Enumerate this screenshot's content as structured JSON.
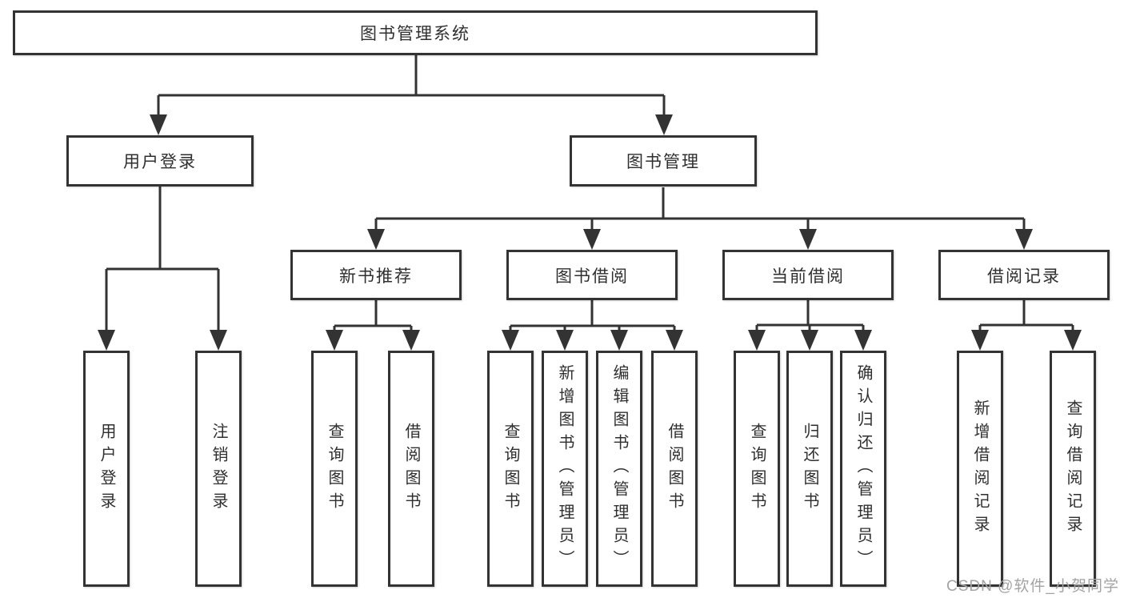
{
  "diagram": {
    "root": {
      "label": "图书管理系统"
    },
    "level2": [
      {
        "label": "用户登录"
      },
      {
        "label": "图书管理"
      }
    ],
    "level3": [
      {
        "label": "新书推荐"
      },
      {
        "label": "图书借阅"
      },
      {
        "label": "当前借阅"
      },
      {
        "label": "借阅记录"
      }
    ],
    "leaves": [
      {
        "label": "用户登录"
      },
      {
        "label": "注销登录"
      },
      {
        "label": "查询图书"
      },
      {
        "label": "借阅图书"
      },
      {
        "label": "查询图书"
      },
      {
        "label": "新增图书（管理员）"
      },
      {
        "label": "编辑图书（管理员）"
      },
      {
        "label": "借阅图书"
      },
      {
        "label": "查询图书"
      },
      {
        "label": "归还图书"
      },
      {
        "label": "确认归还（管理员）"
      },
      {
        "label": "新增借阅记录"
      },
      {
        "label": "查询借阅记录"
      }
    ]
  },
  "watermark": {
    "text": "CSDN @软件_小贺同学"
  },
  "colors": {
    "line": "#333333",
    "text": "#2f2f2f",
    "background": "#ffffff",
    "watermark": "#a3a3a3"
  }
}
